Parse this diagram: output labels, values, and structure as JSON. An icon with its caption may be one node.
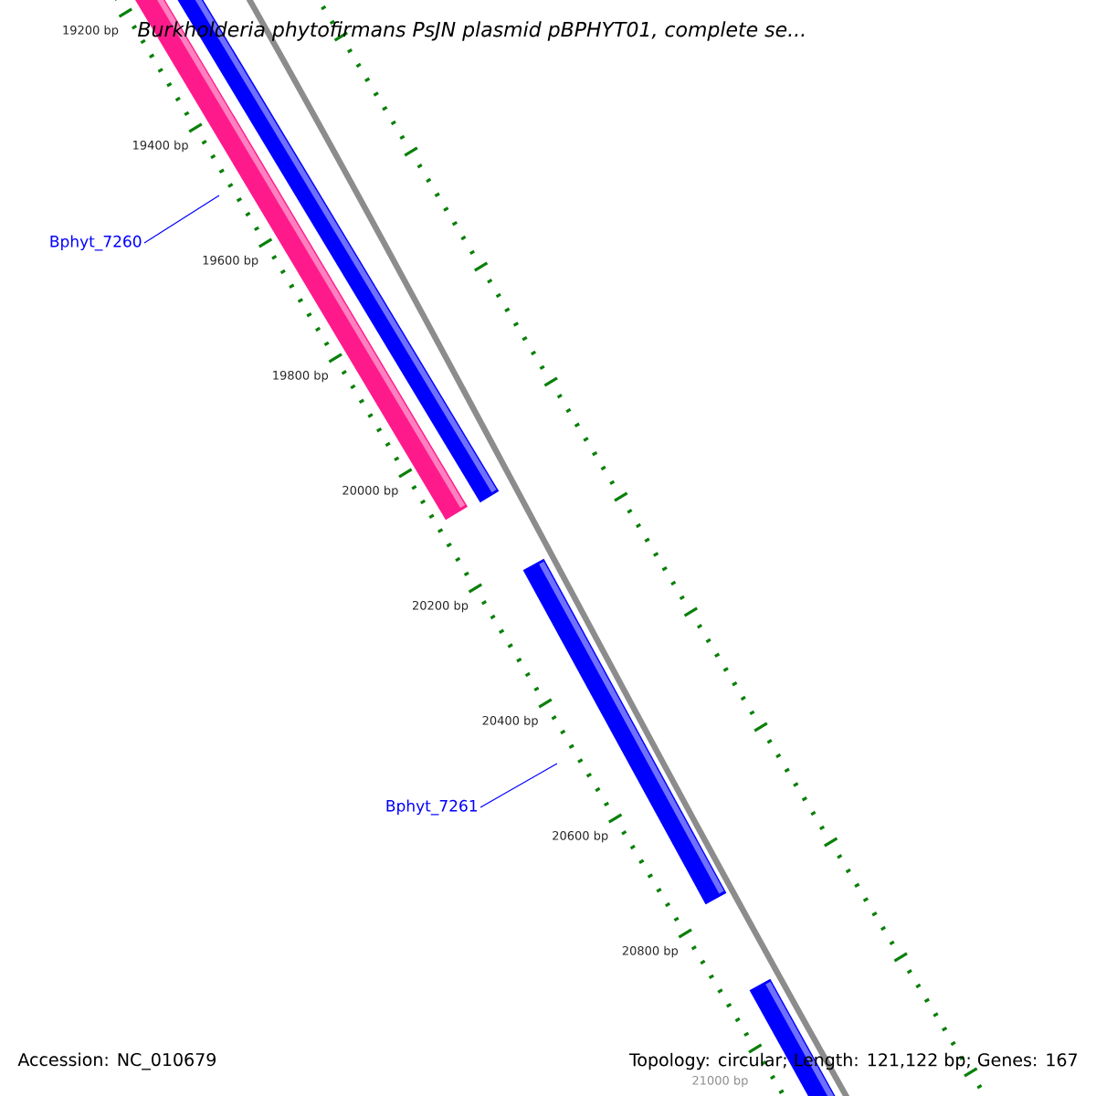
{
  "diagram": {
    "title": "*Burkholderia phytofirmans* PsJN plasmid pBPHYT01, complete se...",
    "nodes": [
      {
        "text": [],
        "shape": "bar"
      },
      {
        "text": [],
        "shape": "bar"
      },
      {
        "text": [],
        "shape": "bar"
      },
      {
        "text": [],
        "shape": "bar"
      },
      {
        "text": [
          "Bphyt_7260"
        ]
      },
      {
        "text": [
          "Bphyt_7261"
        ]
      }
    ],
    "edges": [
      {
        "from": 4,
        "to": 0,
        "arrow": "none"
      },
      {
        "from": 5,
        "to": 2,
        "arrow": "none"
      }
    ],
    "labels": [
      "19200 bp",
      "19400 bp",
      "19600 bp",
      "19800 bp",
      "20000 bp",
      "20200 bp",
      "20400 bp",
      "20600 bp",
      "20800 bp",
      "21000 bp",
      "Accession: NC_010679",
      "Topology: circular; Length: 121,122 bp; Genes: 167"
    ]
  }
}
